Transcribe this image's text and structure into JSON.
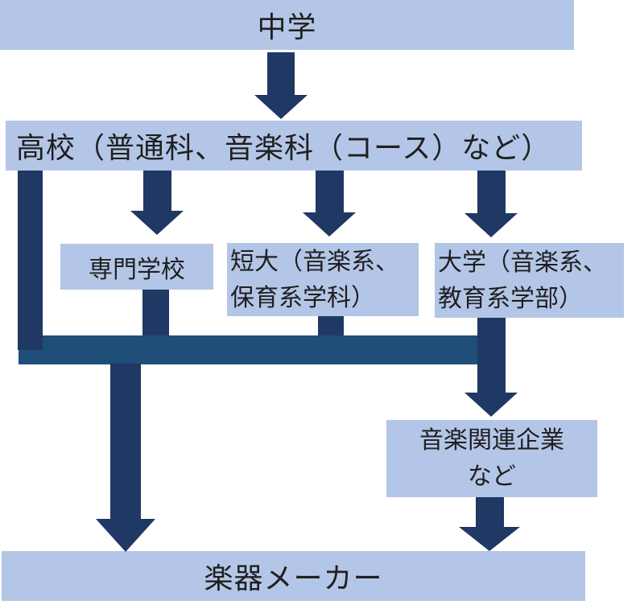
{
  "diagram": {
    "type": "flowchart",
    "background": "#ffffff",
    "colors": {
      "box_fill": "#b4c6e7",
      "arrow": "#1f3864",
      "connector_bar": "#1f4e79",
      "text": "#1f1f1f",
      "background": "#ffffff"
    },
    "nodes": {
      "chugaku": {
        "label": "中学"
      },
      "koko": {
        "label": "高校（普通科、音楽科（コース）など）"
      },
      "senmon": {
        "label": "専門学校"
      },
      "tandai": {
        "line1": "短大（音楽系、",
        "line2": "保育系学科）"
      },
      "daigaku": {
        "line1": "大学（音楽系、",
        "line2": "教育系学部）"
      },
      "ongaku_kanren": {
        "line1": "音楽関連企業",
        "line2": "など"
      },
      "gakki_maker": {
        "label": "楽器メーカー"
      }
    },
    "edges": [
      {
        "from": "chugaku",
        "to": "koko",
        "style": "arrow"
      },
      {
        "from": "koko",
        "to": "senmon",
        "style": "arrow"
      },
      {
        "from": "koko",
        "to": "tandai",
        "style": "arrow"
      },
      {
        "from": "koko",
        "to": "daigaku",
        "style": "arrow"
      },
      {
        "from": "koko",
        "to": "connector_bar",
        "style": "bar"
      },
      {
        "from": "senmon",
        "to": "connector_bar",
        "style": "bar"
      },
      {
        "from": "tandai",
        "to": "connector_bar",
        "style": "bar"
      },
      {
        "from": "daigaku",
        "to": "ongaku_kanren",
        "style": "arrow"
      },
      {
        "from": "connector_bar",
        "to": "gakki_maker",
        "style": "arrow"
      },
      {
        "from": "ongaku_kanren",
        "to": "gakki_maker",
        "style": "arrow"
      }
    ]
  }
}
